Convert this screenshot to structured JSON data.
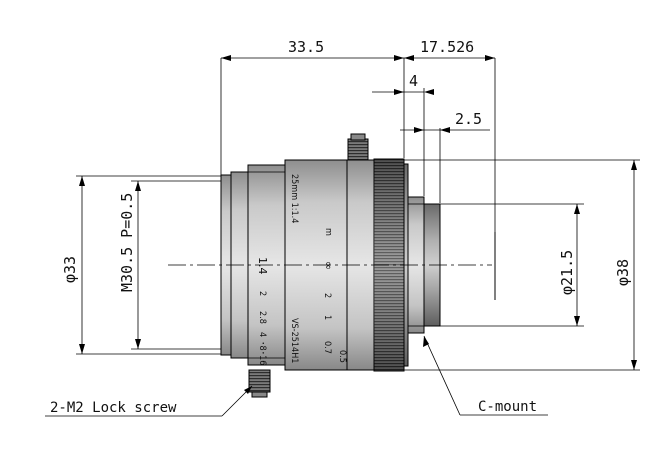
{
  "dimensions": {
    "overall_length": "33.5",
    "flange_back": "17.526",
    "mount_depth": "4",
    "mount_step": "2.5",
    "outer_diameter": "φ33",
    "filter_thread": "M30.5 P=0.5",
    "mount_diameter": "φ21.5",
    "max_diameter": "φ38"
  },
  "callouts": {
    "lock_screw": "2-M2 Lock screw",
    "mount": "C-mount"
  },
  "lens_markings": {
    "focal_ratio": "25mm 1:1.4",
    "distance_unit": "m",
    "infinity": "∞",
    "aperture_14": "1.4",
    "aperture_2": "2",
    "aperture_28": "2.8",
    "aperture_4": "4",
    "aperture_816": "･8･16",
    "distance_2": "2",
    "distance_1": "1",
    "distance_07": "0.7",
    "distance_05": "0.5",
    "model": "VS-2514H1"
  }
}
